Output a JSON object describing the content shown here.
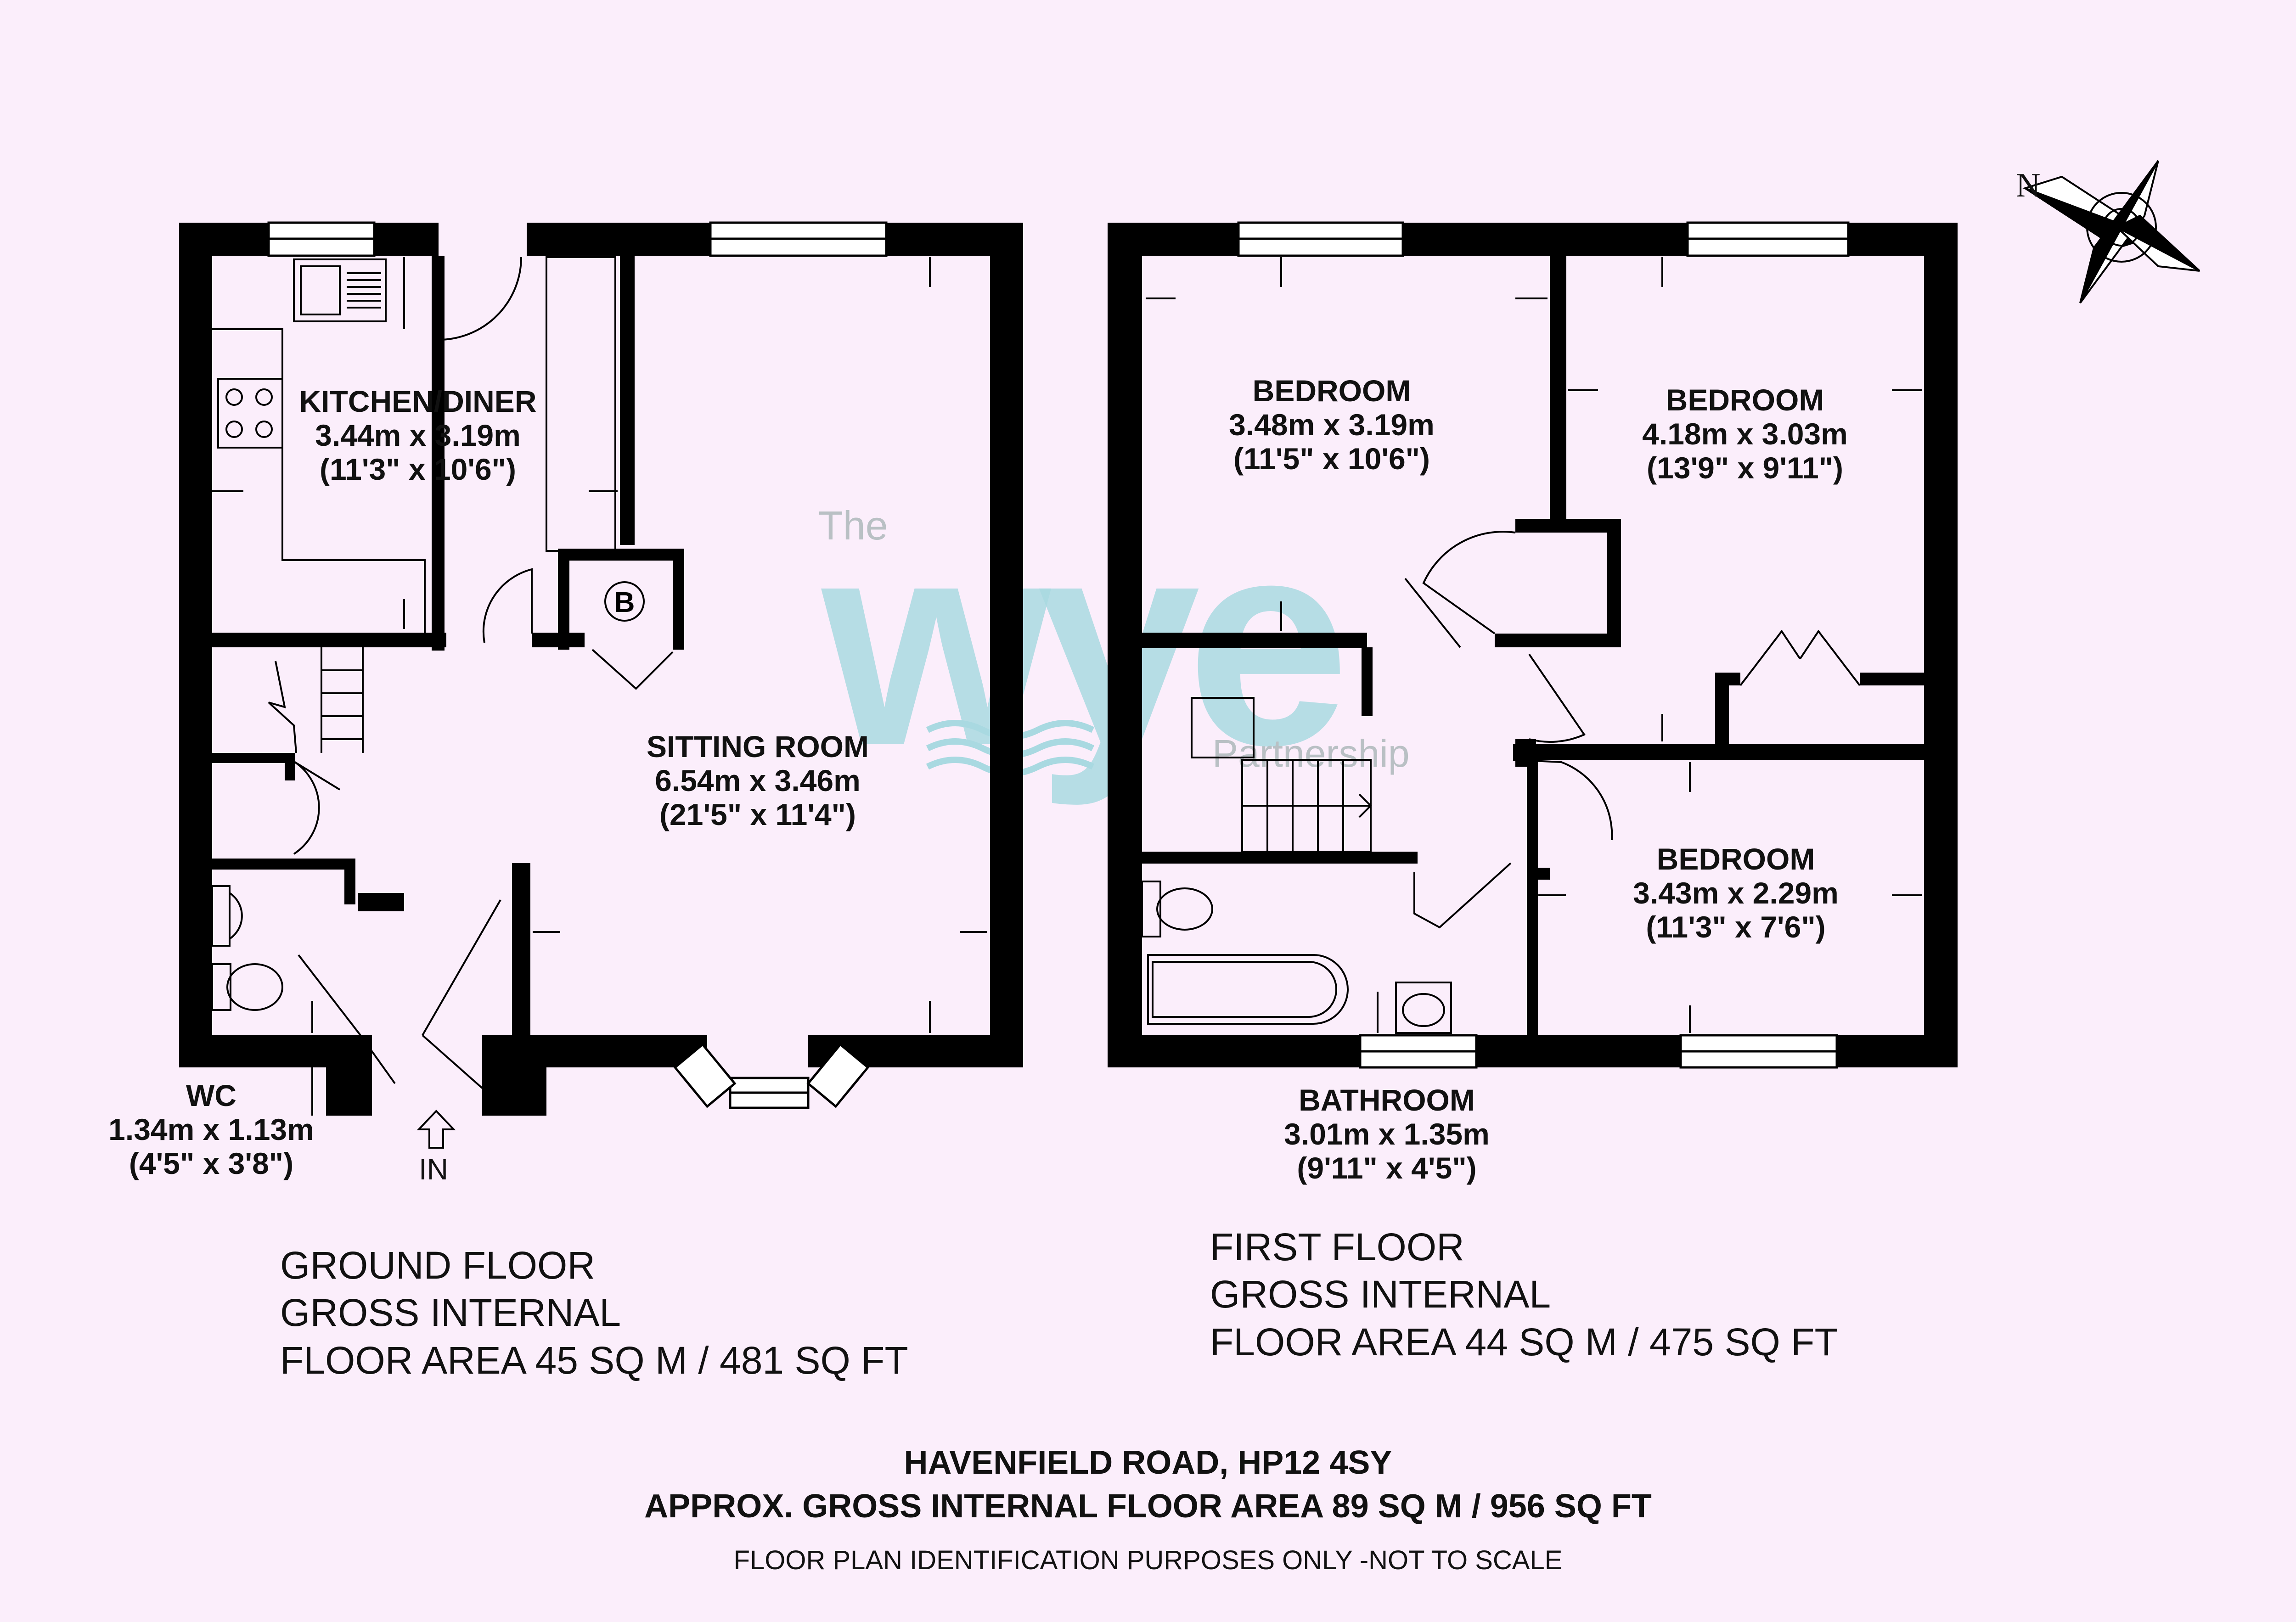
{
  "compass": {
    "north_label": "N"
  },
  "entry": {
    "label": "IN"
  },
  "watermark": {
    "brand_small": "The",
    "brand_main": "wye",
    "brand_sub": "Partnership"
  },
  "ground_floor": {
    "rooms": {
      "kitchen": {
        "name": "KITCHEN/DINER",
        "metric": "3.44m x 3.19m",
        "imperial": "(11'3\" x 10'6\")"
      },
      "sitting": {
        "name": "SITTING ROOM",
        "metric": "6.54m x 3.46m",
        "imperial": "(21'5\" x 11'4\")"
      },
      "wc": {
        "name": "WC",
        "metric": "1.34m x 1.13m",
        "imperial": "(4'5\" x 3'8\")"
      }
    },
    "boiler_label": "B",
    "area": {
      "line1": "GROUND FLOOR",
      "line2": "GROSS INTERNAL",
      "line3": "FLOOR AREA 45 SQ M / 481 SQ FT"
    }
  },
  "first_floor": {
    "rooms": {
      "bedroom1": {
        "name": "BEDROOM",
        "metric": "3.48m x 3.19m",
        "imperial": "(11'5\" x 10'6\")"
      },
      "bedroom2": {
        "name": "BEDROOM",
        "metric": "4.18m x 3.03m",
        "imperial": "(13'9\" x 9'11\")"
      },
      "bedroom3": {
        "name": "BEDROOM",
        "metric": "3.43m x 2.29m",
        "imperial": "(11'3\" x 7'6\")"
      },
      "bathroom": {
        "name": "BATHROOM",
        "metric": "3.01m x 1.35m",
        "imperial": "(9'11\" x 4'5\")"
      }
    },
    "area": {
      "line1": "FIRST FLOOR",
      "line2": "GROSS INTERNAL",
      "line3": "FLOOR AREA 44 SQ M / 475 SQ FT"
    }
  },
  "footer": {
    "address": "HAVENFIELD ROAD, HP12 4SY",
    "total_area": "APPROX. GROSS INTERNAL FLOOR AREA 89 SQ M / 956 SQ FT",
    "disclaimer": "FLOOR PLAN IDENTIFICATION PURPOSES ONLY -NOT TO SCALE"
  },
  "colors": {
    "background": "#fbeefb",
    "wall": "#000000",
    "watermark_main": "#a9d9e1",
    "watermark_sub": "#b9c0c4"
  }
}
